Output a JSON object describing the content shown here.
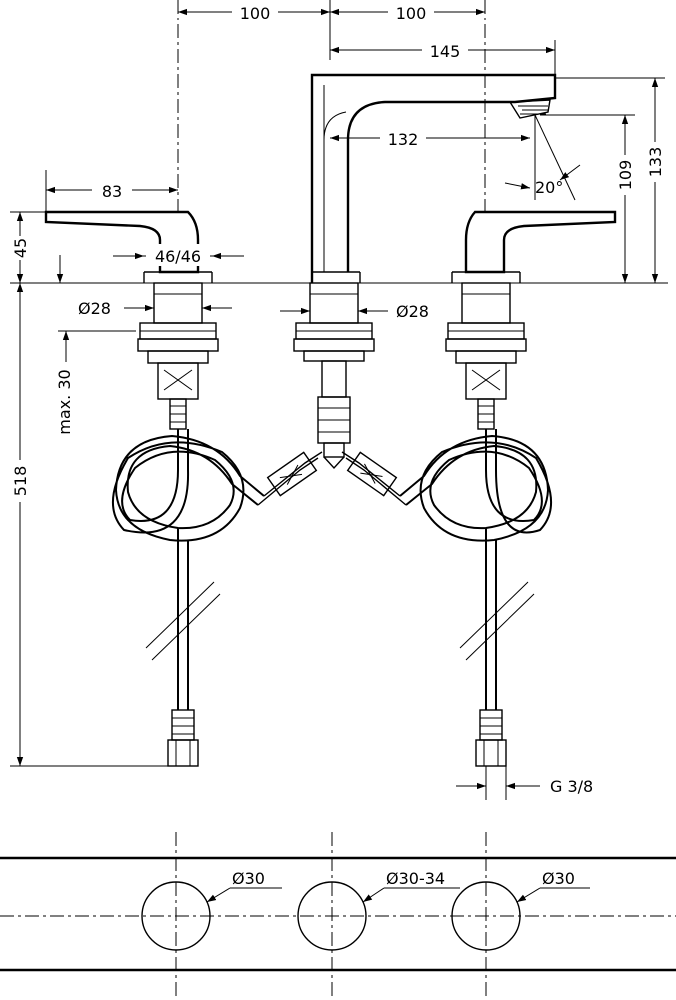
{
  "dimensions": {
    "top_left_spacing": "100",
    "top_right_spacing": "100",
    "spout_reach": "145",
    "spout_inner": "132",
    "handle_length": "83",
    "handle_height": "45",
    "handle_width": "46/46",
    "handle_base_dia": "Ø28",
    "spout_base_dia": "Ø28",
    "spout_angle": "20°",
    "spout_outlet_height": "109",
    "spout_total_height": "133",
    "max_deck_thickness": "max. 30",
    "overall_length": "518",
    "connection_thread": "G 3/8",
    "hole_left": "Ø30",
    "hole_center": "Ø30-34",
    "hole_right": "Ø30"
  }
}
